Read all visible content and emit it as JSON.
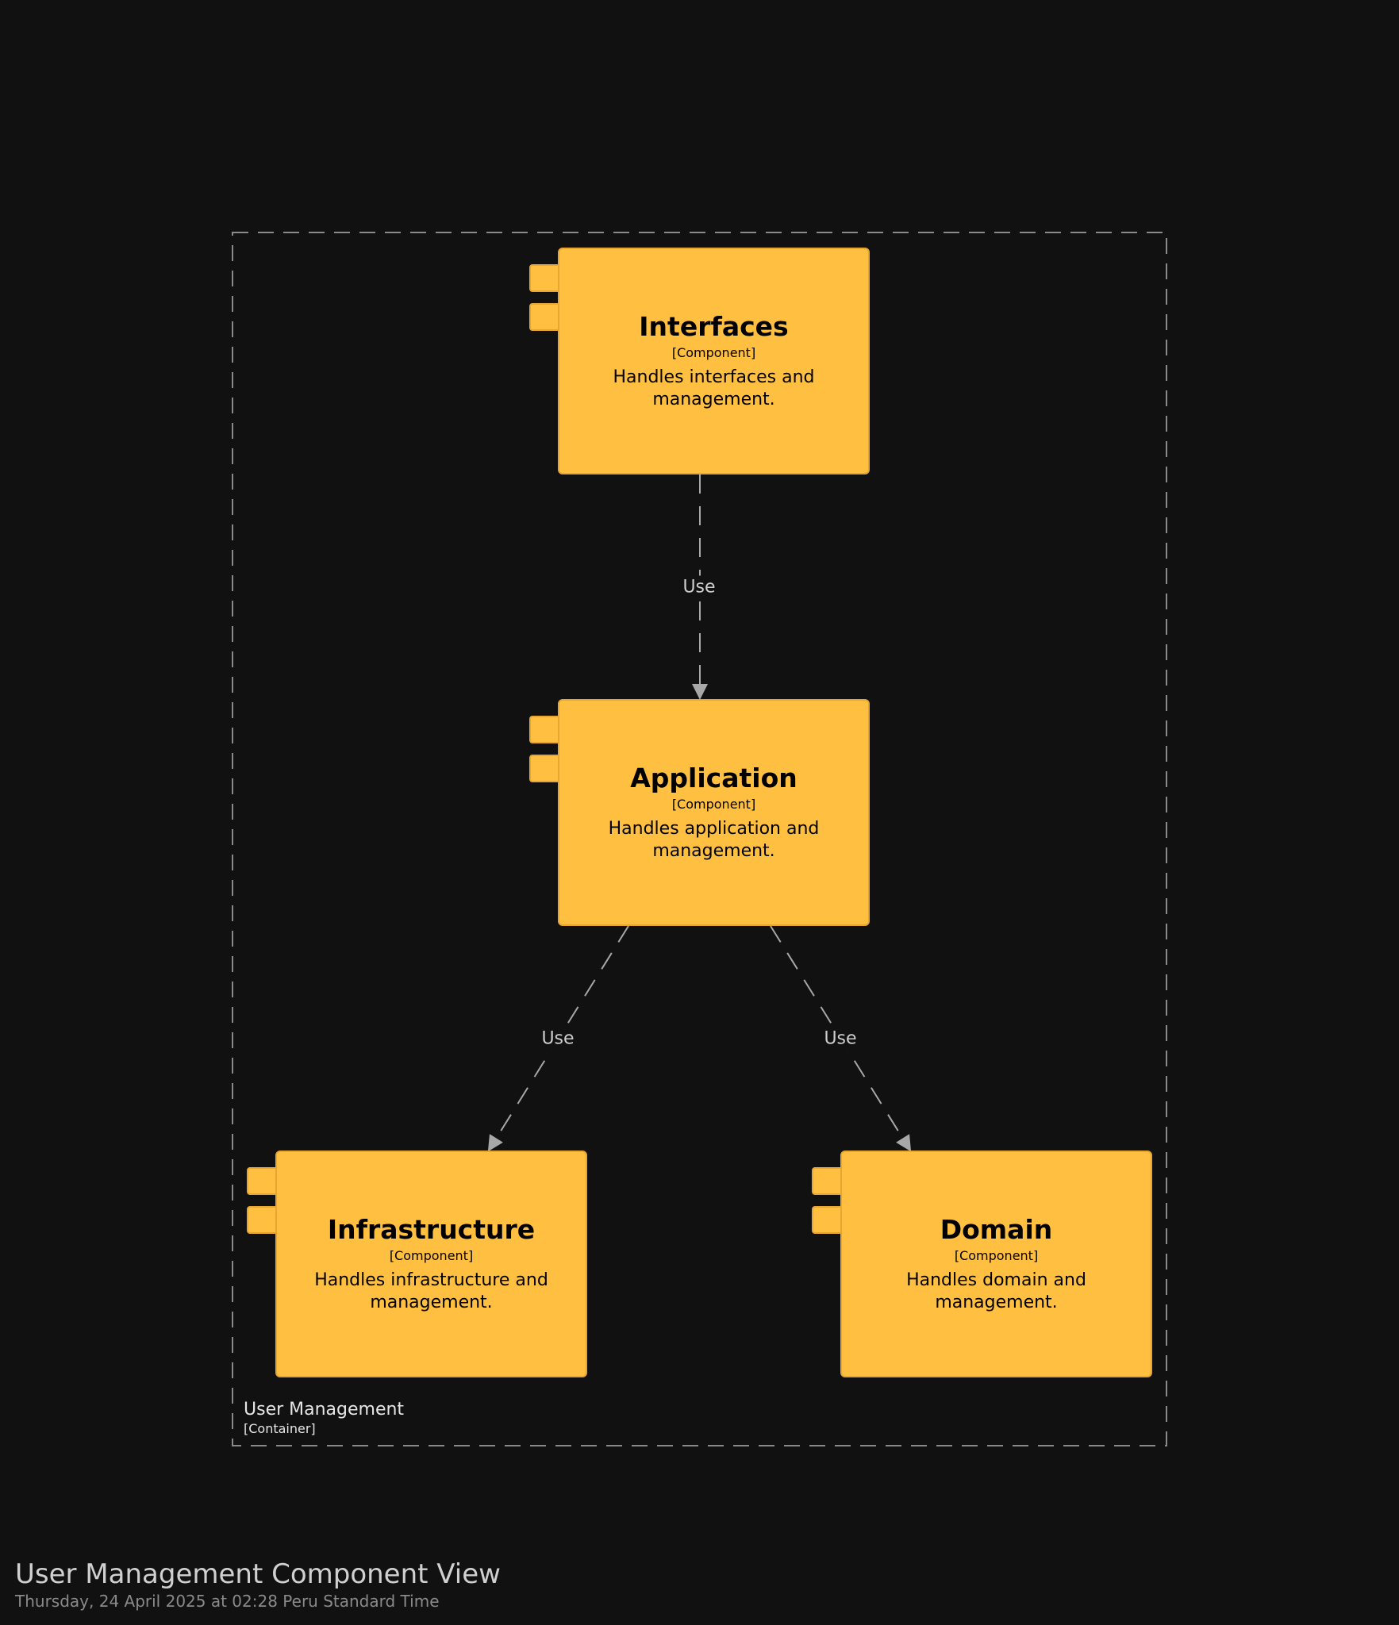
{
  "diagram": {
    "title": "User Management Component View",
    "timestamp": "Thursday, 24 April 2025 at 02:28 Peru Standard Time",
    "boundary": {
      "name": "User Management",
      "type": "[Container]"
    },
    "components": [
      {
        "id": "interfaces",
        "name": "Interfaces",
        "type": "[Component]",
        "description": "Handles interfaces and management."
      },
      {
        "id": "application",
        "name": "Application",
        "type": "[Component]",
        "description": "Handles application and management."
      },
      {
        "id": "infrastructure",
        "name": "Infrastructure",
        "type": "[Component]",
        "description": "Handles infrastructure and management."
      },
      {
        "id": "domain",
        "name": "Domain",
        "type": "[Component]",
        "description": "Handles domain and management."
      }
    ],
    "relationships": [
      {
        "from": "interfaces",
        "to": "application",
        "label": "Use"
      },
      {
        "from": "application",
        "to": "infrastructure",
        "label": "Use"
      },
      {
        "from": "application",
        "to": "domain",
        "label": "Use"
      }
    ]
  },
  "colors": {
    "background": "#111111",
    "component_fill": "#ffbf40",
    "component_border": "#e8a630",
    "edge": "#a8a8a8",
    "boundary": "#8a8a8a"
  }
}
